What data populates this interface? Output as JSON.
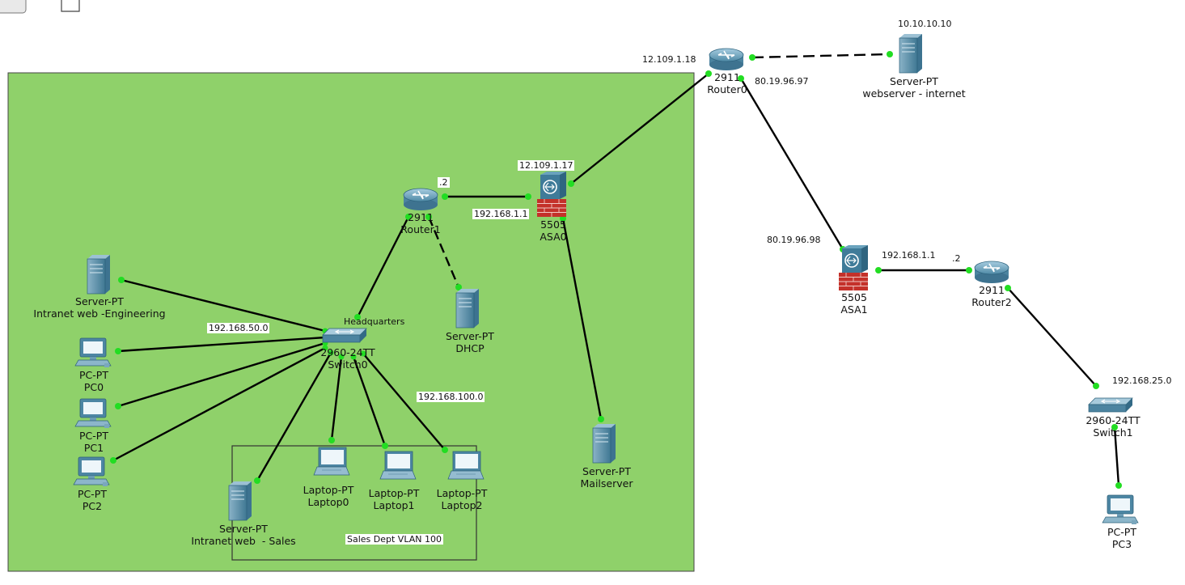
{
  "devices": {
    "router0": {
      "model": "2911",
      "name": "Router0"
    },
    "router1": {
      "model": "2911",
      "name": "Router1"
    },
    "router2": {
      "model": "2911",
      "name": "Router2"
    },
    "asa0": {
      "model": "5505",
      "name": "ASA0"
    },
    "asa1": {
      "model": "5505",
      "name": "ASA1"
    },
    "switch0": {
      "model": "2960-24TT",
      "name": "Switch0"
    },
    "switch1": {
      "model": "2960-24TT",
      "name": "Switch1"
    },
    "webserver": {
      "type": "Server-PT",
      "name": "webserver - internet"
    },
    "dhcp": {
      "type": "Server-PT",
      "name": "DHCP"
    },
    "mailserver": {
      "type": "Server-PT",
      "name": "Mailserver"
    },
    "intranet_eng": {
      "type": "Server-PT",
      "name": "Intranet web -Engineering"
    },
    "intranet_sales": {
      "type": "Server-PT",
      "name": "Intranet web  - Sales"
    },
    "pc0": {
      "type": "PC-PT",
      "name": "PC0"
    },
    "pc1": {
      "type": "PC-PT",
      "name": "PC1"
    },
    "pc2": {
      "type": "PC-PT",
      "name": "PC2"
    },
    "pc3": {
      "type": "PC-PT",
      "name": "PC3"
    },
    "laptop0": {
      "type": "Laptop-PT",
      "name": "Laptop0"
    },
    "laptop1": {
      "type": "Laptop-PT",
      "name": "Laptop1"
    },
    "laptop2": {
      "type": "Laptop-PT",
      "name": "Laptop2"
    }
  },
  "labels": {
    "webserver_ip": "10.10.10.10",
    "router0_left_ip": "12.109.1.18",
    "router0_right_ip": "80.19.96.97",
    "asa0_outside_ip": "12.109.1.17",
    "asa0_inside_ip": "192.168.1.1",
    "router1_ip": ".2",
    "asa1_outside_ip": "80.19.96.98",
    "asa1_inside_ip": "192.168.1.1",
    "router2_ip": ".2",
    "vlan50_net": "192.168.50.0",
    "vlan100_net": "192.168.100.0",
    "lan25_net": "192.168.25.0",
    "headquarters": "Headquarters",
    "sales_vlan": "Sales Dept VLAN 100"
  },
  "colors": {
    "hq_area": "#8fd16a",
    "link": "#000000",
    "port_up": "#22dd22",
    "router_body": "#5f98b2",
    "asa_brick": "#c0302a"
  }
}
